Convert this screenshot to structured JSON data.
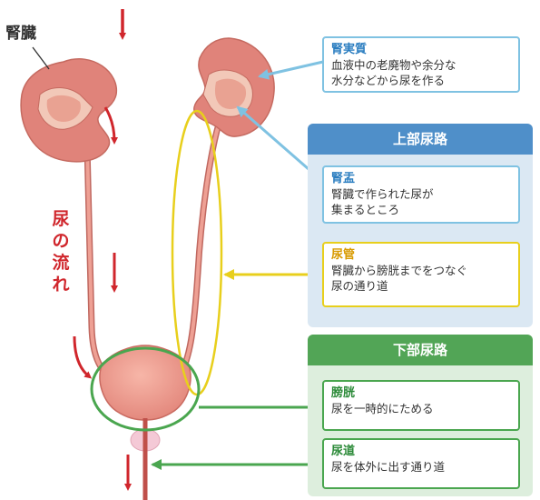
{
  "labels": {
    "kidney": "腎臓",
    "urine_flow": [
      "尿",
      "の",
      "流",
      "れ"
    ]
  },
  "sections": {
    "upper": {
      "title": "上部尿路"
    },
    "lower": {
      "title": "下部尿路"
    }
  },
  "cards": {
    "renal_parenchyma": {
      "title": "腎実質",
      "description": "血液中の老廃物や余分な\n水分などから尿を作る"
    },
    "renal_pelvis": {
      "title": "腎盂",
      "description": "腎臓で作られた尿が\n集まるところ"
    },
    "ureter": {
      "title": "尿管",
      "description": "腎臓から膀胱までをつなぐ\n尿の通り道"
    },
    "bladder": {
      "title": "膀胱",
      "description": "尿を一時的にためる"
    },
    "urethra": {
      "title": "尿道",
      "description": "尿を体外に出す通り道"
    }
  },
  "colors": {
    "flow_arrow": "#d0262c",
    "kidney": "#e0837a",
    "upper_header": "#4f8fc9",
    "lower_header": "#52a556",
    "pointer_blue": "#7fc2e2",
    "pointer_yellow": "#e8cf1c",
    "pointer_green": "#4aa64f"
  }
}
